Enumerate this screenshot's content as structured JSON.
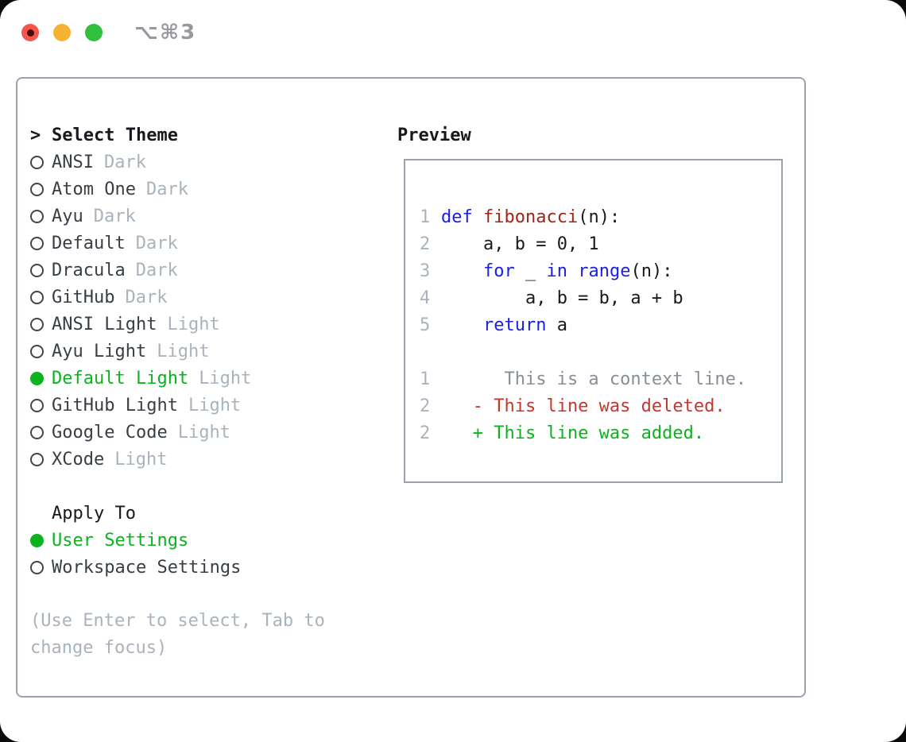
{
  "window": {
    "shortcut_label": "⌥⌘3",
    "colors": {
      "accent_green": "#0cb31e",
      "border_gray": "#9aa3ad",
      "muted_gray": "#a9b3bd",
      "keyword_blue": "#1b20e5",
      "function_red": "#a42318",
      "deleted_red": "#c5372c",
      "added_green": "#0cb31e",
      "traffic_red": "#f4564e",
      "traffic_yellow": "#f6b233",
      "traffic_green": "#32bf3e"
    }
  },
  "theme_list": {
    "prompt": ">",
    "header": "Select Theme",
    "items": [
      {
        "name": "ANSI",
        "variant": "Dark",
        "selected": false
      },
      {
        "name": "Atom One",
        "variant": "Dark",
        "selected": false
      },
      {
        "name": "Ayu",
        "variant": "Dark",
        "selected": false
      },
      {
        "name": "Default",
        "variant": "Dark",
        "selected": false
      },
      {
        "name": "Dracula",
        "variant": "Dark",
        "selected": false
      },
      {
        "name": "GitHub",
        "variant": "Dark",
        "selected": false
      },
      {
        "name": "ANSI Light",
        "variant": "Light",
        "selected": false
      },
      {
        "name": "Ayu Light",
        "variant": "Light",
        "selected": false
      },
      {
        "name": "Default Light",
        "variant": "Light",
        "selected": true
      },
      {
        "name": "GitHub Light",
        "variant": "Light",
        "selected": false
      },
      {
        "name": "Google Code",
        "variant": "Light",
        "selected": false
      },
      {
        "name": "XCode",
        "variant": "Light",
        "selected": false
      }
    ]
  },
  "apply_to": {
    "header": "Apply To",
    "options": [
      {
        "label": "User Settings",
        "selected": true
      },
      {
        "label": "Workspace Settings",
        "selected": false
      }
    ]
  },
  "help_text": "(Use Enter to select, Tab to change focus)",
  "preview": {
    "header": "Preview",
    "lines": [
      {
        "number": "1",
        "segments": [
          {
            "text": "def ",
            "style": "kw"
          },
          {
            "text": "fibonacci",
            "style": "fn"
          },
          {
            "text": "(n):",
            "style": "code"
          }
        ]
      },
      {
        "number": "2",
        "segments": [
          {
            "text": "    a, b = 0, 1",
            "style": "code"
          }
        ]
      },
      {
        "number": "3",
        "segments": [
          {
            "text": "    ",
            "style": "code"
          },
          {
            "text": "for",
            "style": "kw"
          },
          {
            "text": " _ ",
            "style": "code"
          },
          {
            "text": "in",
            "style": "kw"
          },
          {
            "text": " ",
            "style": "code"
          },
          {
            "text": "range",
            "style": "kw"
          },
          {
            "text": "(n):",
            "style": "code"
          }
        ]
      },
      {
        "number": "4",
        "segments": [
          {
            "text": "        a, b = b, a + b",
            "style": "code"
          }
        ]
      },
      {
        "number": "5",
        "segments": [
          {
            "text": "    ",
            "style": "code"
          },
          {
            "text": "return",
            "style": "kw"
          },
          {
            "text": " a",
            "style": "code"
          }
        ]
      },
      {
        "number": "",
        "segments": []
      },
      {
        "number": "1",
        "segments": [
          {
            "text": "      This is a context line.",
            "style": "ctx"
          }
        ]
      },
      {
        "number": "2",
        "segments": [
          {
            "text": "   - This line was deleted.",
            "style": "del"
          }
        ]
      },
      {
        "number": "2",
        "segments": [
          {
            "text": "   + This line was added.",
            "style": "add"
          }
        ]
      }
    ]
  }
}
